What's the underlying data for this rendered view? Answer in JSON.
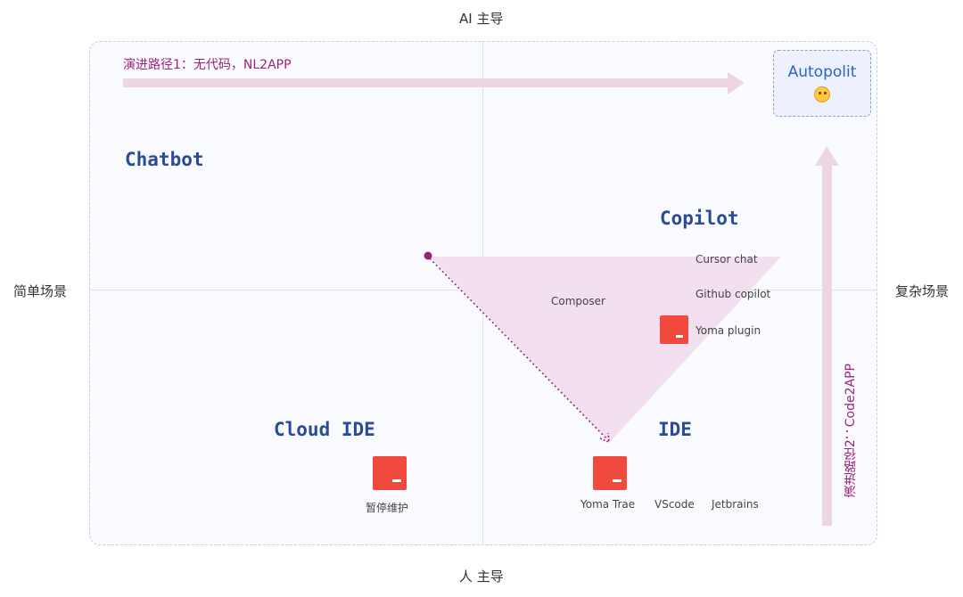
{
  "axes": {
    "top": "AI 主导",
    "bottom": "人 主导",
    "left": "简单场景",
    "right": "复杂场景"
  },
  "paths": {
    "path1": "演进路径1：无代码，NL2APP",
    "path2": "演进路径2：Code2APP"
  },
  "autopilot": {
    "title": "Autopolit",
    "icon": "thinking-face-icon"
  },
  "quadrants": {
    "chatbot": "Chatbot",
    "copilot": "Copilot",
    "cloud_ide": "Cloud IDE",
    "ide": "IDE"
  },
  "copilot_items": [
    "Cursor chat",
    "Github copilot",
    "Yoma plugin"
  ],
  "composer": "Composer",
  "cloud_ide_item": "暂停维护",
  "ide_items": [
    "Yoma Trae",
    "VScode",
    "Jetbrains"
  ],
  "colors": {
    "brand_logo": "#f1493e",
    "path_text": "#a0207a",
    "quadrant_title": "#2a4a9a",
    "autopilot_text": "#2f63c8"
  }
}
